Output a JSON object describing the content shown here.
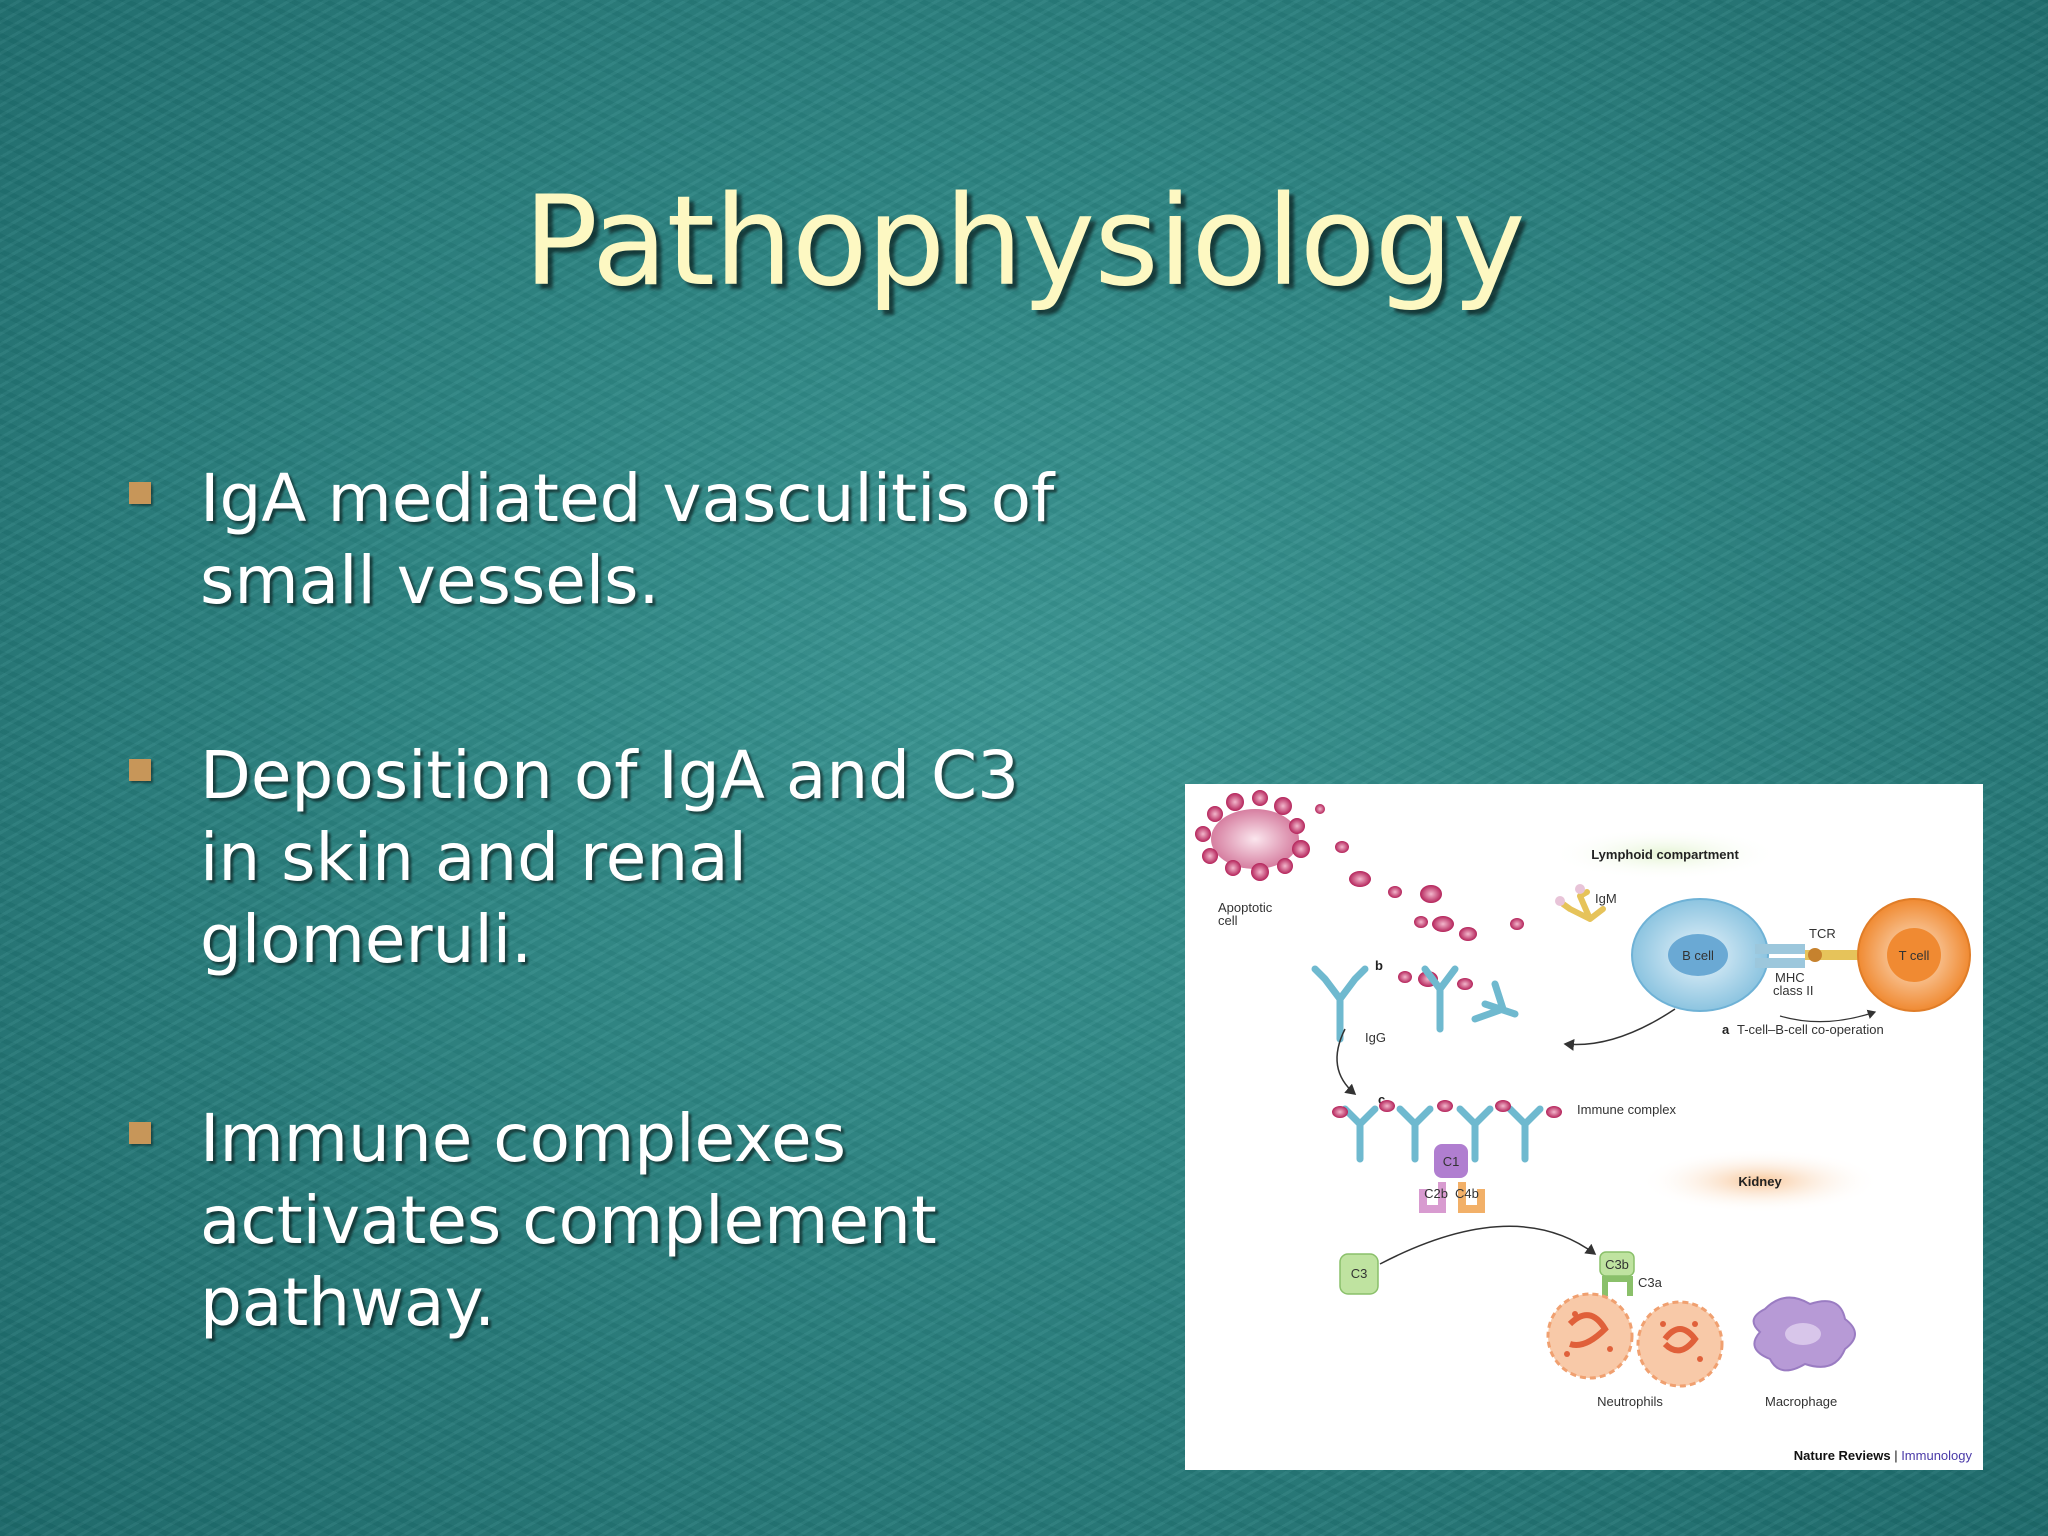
{
  "slide": {
    "title": "Pathophysiology",
    "bullets": [
      {
        "lines": [
          "IgA mediated vasculitis of",
          "small vessels."
        ]
      },
      {
        "lines": [
          "Deposition of IgA and C3",
          "in skin and renal",
          "glomeruli."
        ]
      },
      {
        "lines": [
          "Immune complexes",
          "activates complement",
          "pathway."
        ]
      }
    ],
    "colors": {
      "background": "#2a7f7d",
      "title": "#fdf8c2",
      "bullet_text": "#ffffff",
      "bullet_marker": "#c79659"
    }
  },
  "figure": {
    "labels": {
      "apoptotic_1": "Apoptotic",
      "apoptotic_2": "cell",
      "lymphoid": "Lymphoid compartment",
      "igm": "IgM",
      "b_cell": "B cell",
      "t_cell": "T cell",
      "tcr": "TCR",
      "mhc_1": "MHC",
      "mhc_2": "class II",
      "panel_a": "a",
      "panel_a_text": "T-cell–B-cell co-operation",
      "panel_b": "b",
      "igg": "IgG",
      "panel_c": "c",
      "immune_complex": "Immune complex",
      "c1": "C1",
      "c2b": "C2b",
      "c4b": "C4b",
      "c3": "C3",
      "c3b": "C3b",
      "c3a": "C3a",
      "kidney": "Kidney",
      "neutrophils": "Neutrophils",
      "macrophage": "Macrophage",
      "credit_1": "Nature Reviews",
      "credit_sep": " | ",
      "credit_2": "Immunology"
    }
  }
}
